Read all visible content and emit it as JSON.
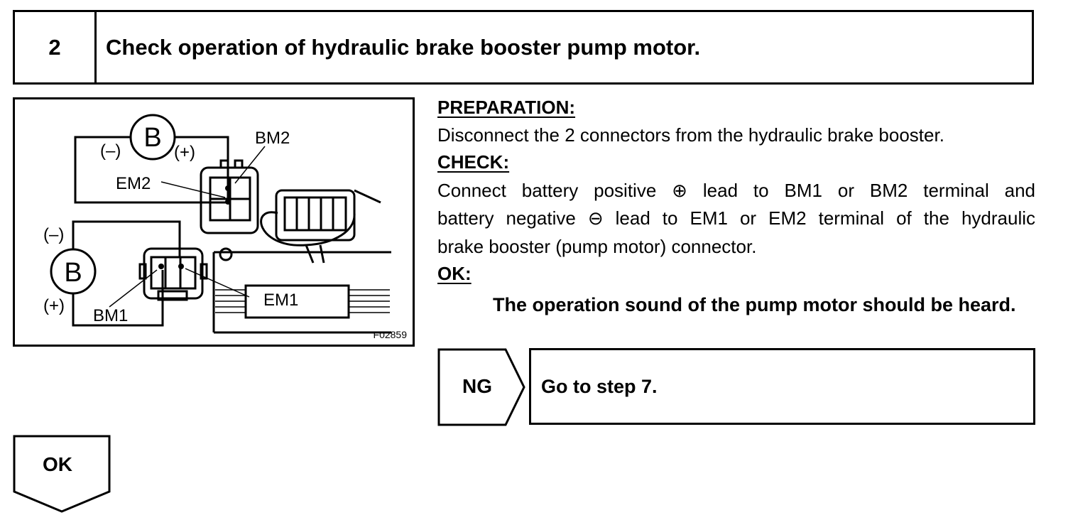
{
  "step": {
    "number": "2",
    "title": "Check operation of hydraulic brake booster pump motor."
  },
  "diagram": {
    "figure_code": "F02859",
    "battery_symbol": "B",
    "minus_label": "(–)",
    "plus_label": "(+)",
    "terminals": {
      "bm1": "BM1",
      "bm2": "BM2",
      "em1": "EM1",
      "em2": "EM2"
    }
  },
  "procedure": {
    "preparation_heading": "PREPARATION:",
    "preparation_text": "Disconnect the 2 connectors from the hydraulic brake booster.",
    "check_heading": "CHECK:",
    "check_lines": [
      "Connect battery positive ⊕ lead to BM1 or BM2 terminal and",
      "battery negative ⊖ lead to EM1 or EM2 terminal of the hydraulic",
      "brake booster (pump motor) connector."
    ],
    "ok_heading": "OK:",
    "ok_text": "The operation sound of the pump motor should be heard."
  },
  "ng": {
    "label": "NG",
    "action": "Go to step 7."
  },
  "ok_arrow": {
    "label": "OK"
  }
}
